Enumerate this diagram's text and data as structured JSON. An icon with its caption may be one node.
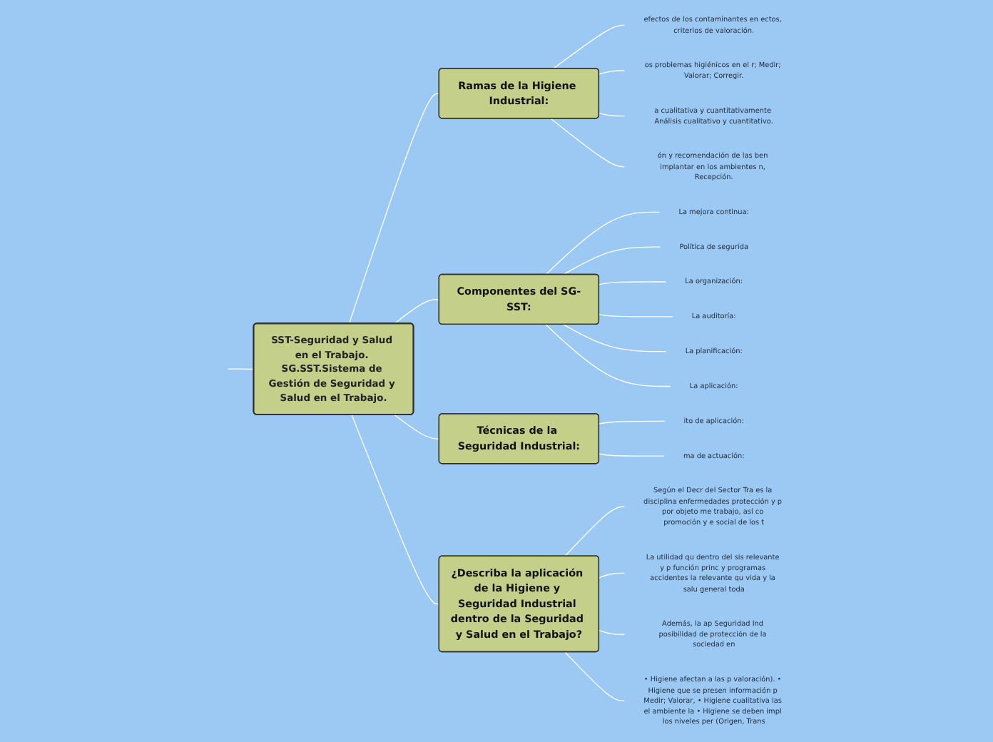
{
  "diagram": {
    "nodes": [
      {
        "text": [
          "SST-Seguridad y Salud en el Trabajo. SG.SST.Sistema de Gestión de Seguridad y Salud en el Trabajo."
        ]
      },
      {
        "text": [
          "Ramas de la Higiene Industrial:"
        ]
      },
      {
        "text": [
          "efectos de los contaminantes en ectos, criterios de valoración."
        ]
      },
      {
        "text": [
          "os problemas higiénicos en el r; Medir; Valorar; Corregir."
        ]
      },
      {
        "text": [
          "a cualitativa y cuantitativamente Análisis cualitativo y cuantitativo."
        ]
      },
      {
        "text": [
          "ón y recomendación de las ben implantar en los ambientes n, Recepción."
        ]
      },
      {
        "text": [
          "Componentes del SG-SST:"
        ]
      },
      {
        "text": [
          "La mejora continua:"
        ]
      },
      {
        "text": [
          "Política de segurida"
        ]
      },
      {
        "text": [
          "La organización:"
        ]
      },
      {
        "text": [
          "La auditoría:"
        ]
      },
      {
        "text": [
          "La planificación:"
        ]
      },
      {
        "text": [
          "La aplicación:"
        ]
      },
      {
        "text": [
          "Técnicas de la Seguridad Industrial:"
        ]
      },
      {
        "text": [
          "ito de aplicación:"
        ]
      },
      {
        "text": [
          "ma de actuación:"
        ]
      },
      {
        "text": [
          "¿Describa la aplicación de la Higiene y Seguridad Industrial dentro de la Seguridad y Salud en el Trabajo?"
        ]
      },
      {
        "text": [
          "Según el Decr del Sector Tra es la disciplina enfermedades protección y p por objeto me trabajo, así co promoción y e social de los t"
        ]
      },
      {
        "text": [
          "La utilidad qu dentro del sis relevante y p función princ y programas accidentes la relevante qu vida y la salu general toda"
        ]
      },
      {
        "text": [
          "Además, la ap Seguridad Ind posibilidad de protección de la sociedad en"
        ]
      },
      {
        "text": [
          "• Higiene afectan a las p valoración). • Higiene que se presen información p Medir; Valorar, • Higiene cualitativa las el ambiente la • Higiene se deben impl los niveles per (Origen, Trans"
        ]
      }
    ],
    "edges": [
      {
        "from": 0,
        "to": 1,
        "arrow": "none"
      },
      {
        "from": 0,
        "to": 6,
        "arrow": "none"
      },
      {
        "from": 0,
        "to": 13,
        "arrow": "none"
      },
      {
        "from": 0,
        "to": 16,
        "arrow": "none"
      },
      {
        "from": 0,
        "to": null,
        "arrow": "none"
      },
      {
        "from": 1,
        "to": 2,
        "arrow": "none"
      },
      {
        "from": 1,
        "to": 3,
        "arrow": "none"
      },
      {
        "from": 1,
        "to": 4,
        "arrow": "none"
      },
      {
        "from": 1,
        "to": 5,
        "arrow": "none"
      },
      {
        "from": 6,
        "to": 7,
        "arrow": "none"
      },
      {
        "from": 6,
        "to": 8,
        "arrow": "none"
      },
      {
        "from": 6,
        "to": 9,
        "arrow": "none"
      },
      {
        "from": 6,
        "to": 10,
        "arrow": "none"
      },
      {
        "from": 6,
        "to": 11,
        "arrow": "none"
      },
      {
        "from": 6,
        "to": 12,
        "arrow": "none"
      },
      {
        "from": 13,
        "to": 14,
        "arrow": "none"
      },
      {
        "from": 13,
        "to": 15,
        "arrow": "none"
      },
      {
        "from": 16,
        "to": 17,
        "arrow": "none"
      },
      {
        "from": 16,
        "to": 18,
        "arrow": "none"
      },
      {
        "from": 16,
        "to": 19,
        "arrow": "none"
      },
      {
        "from": 16,
        "to": 20,
        "arrow": "none"
      }
    ]
  }
}
